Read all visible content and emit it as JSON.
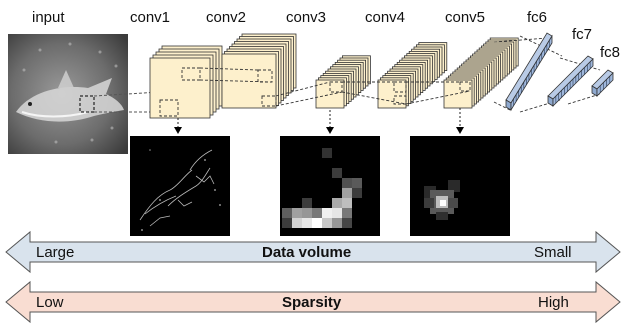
{
  "layers": {
    "input": "input",
    "conv1": "conv1",
    "conv2": "conv2",
    "conv3": "conv3",
    "conv4": "conv4",
    "conv5": "conv5",
    "fc6": "fc6",
    "fc7": "fc7",
    "fc8": "fc8"
  },
  "bands": {
    "data_volume": {
      "title": "Data volume",
      "left": "Large",
      "right": "Small"
    },
    "sparsity": {
      "title": "Sparsity",
      "left": "Low",
      "right": "High"
    }
  },
  "colors": {
    "feature_map_fill": "#fdf0cc",
    "fc_fill": "#b9cbe6",
    "band_data_volume": "#d9e3ed",
    "band_sparsity": "#f9ddd2",
    "band_stroke": "#555555",
    "activation_bg": "#000000"
  }
}
